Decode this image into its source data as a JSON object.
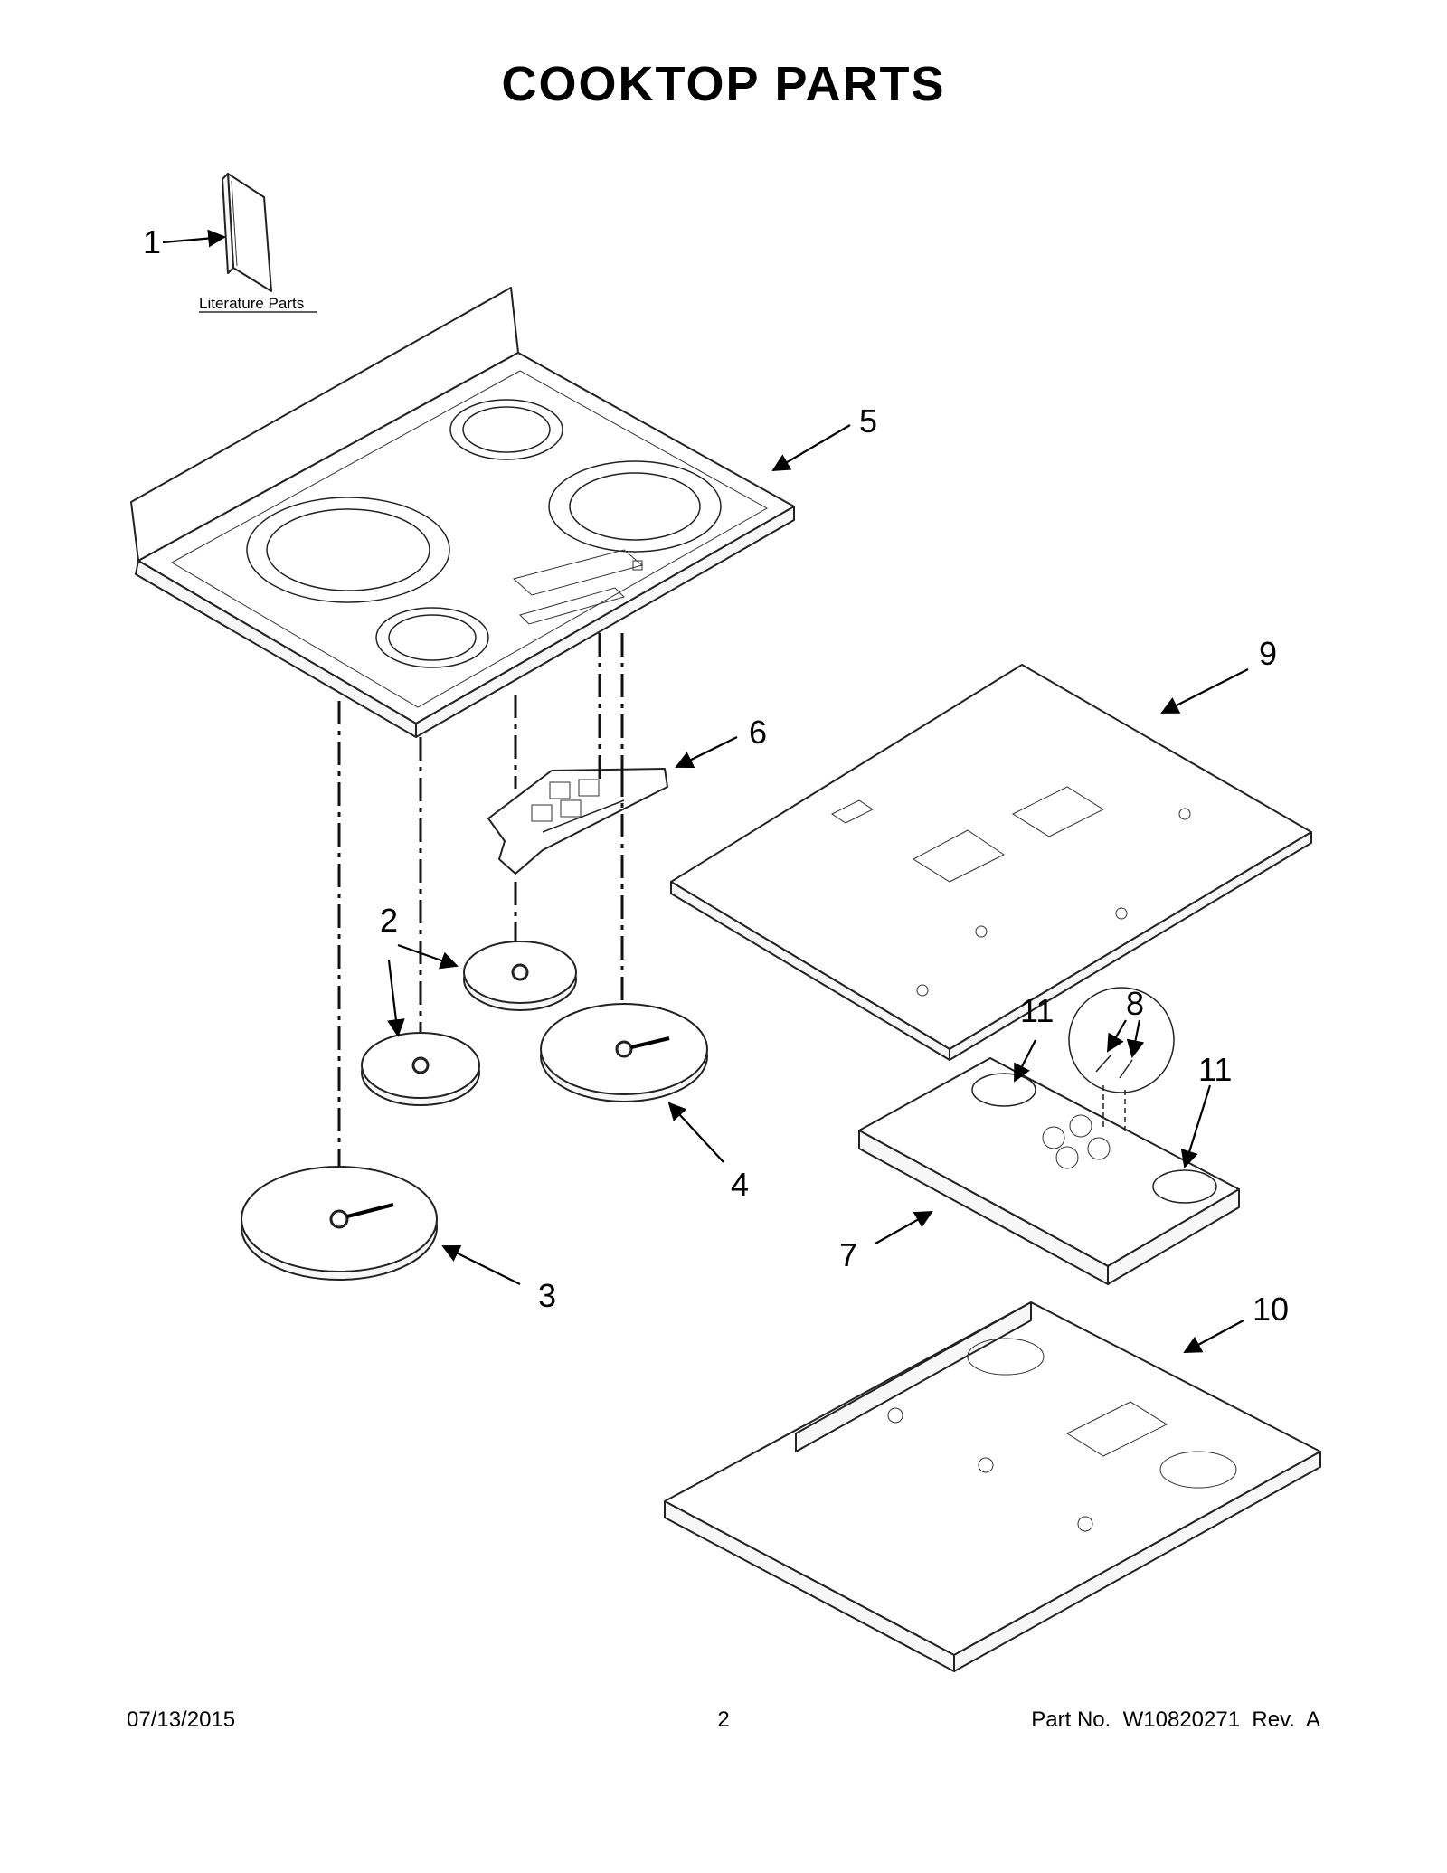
{
  "title": "COOKTOP PARTS",
  "literature_label": "Literature Parts",
  "callouts": [
    {
      "id": "c1",
      "text": "1"
    },
    {
      "id": "c2",
      "text": "2"
    },
    {
      "id": "c3",
      "text": "3"
    },
    {
      "id": "c4",
      "text": "4"
    },
    {
      "id": "c5",
      "text": "5"
    },
    {
      "id": "c6",
      "text": "6"
    },
    {
      "id": "c7",
      "text": "7"
    },
    {
      "id": "c8",
      "text": "8"
    },
    {
      "id": "c9",
      "text": "9"
    },
    {
      "id": "c10",
      "text": "10"
    },
    {
      "id": "c11a",
      "text": "11"
    },
    {
      "id": "c11b",
      "text": "11"
    }
  ],
  "footer": {
    "date": "07/13/2015",
    "page": "2",
    "part": "Part No.  W10820271  Rev.  A"
  }
}
